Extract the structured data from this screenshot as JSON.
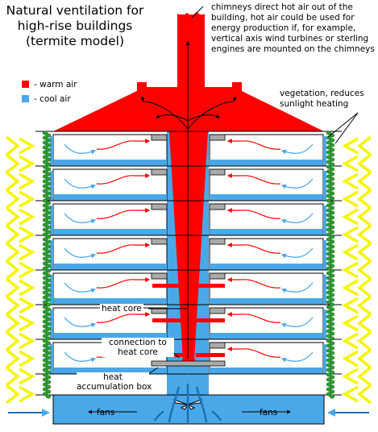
{
  "title": [
    "Natural ventilation for",
    "high-rise buildings",
    "(termite model)"
  ],
  "legend": {
    "warm_air": "- warm air",
    "cool_air": "- cool air"
  },
  "colors": {
    "warm": "#ff0000",
    "cool": "#4aa8e8",
    "vegetation": "#2e9e2e",
    "sun": "#f5f500",
    "wall": "#000000",
    "box": "#aaaaaa"
  },
  "annotations": {
    "chimney": [
      "chimneys direct hot air out of the",
      "building, hot air could be used for",
      "energy production if, for example,",
      "vertical axis wind turbines or sterling",
      "engines are mounted on the chimneys"
    ],
    "vegetation": [
      "vegetation, reduces",
      "sunlight heating"
    ],
    "heat_core": "heat core",
    "connection": [
      "connection to",
      "heat core"
    ],
    "accumulation": [
      "heat",
      "accumulation box"
    ],
    "fans_left": "fans",
    "fans_right": "fans"
  }
}
